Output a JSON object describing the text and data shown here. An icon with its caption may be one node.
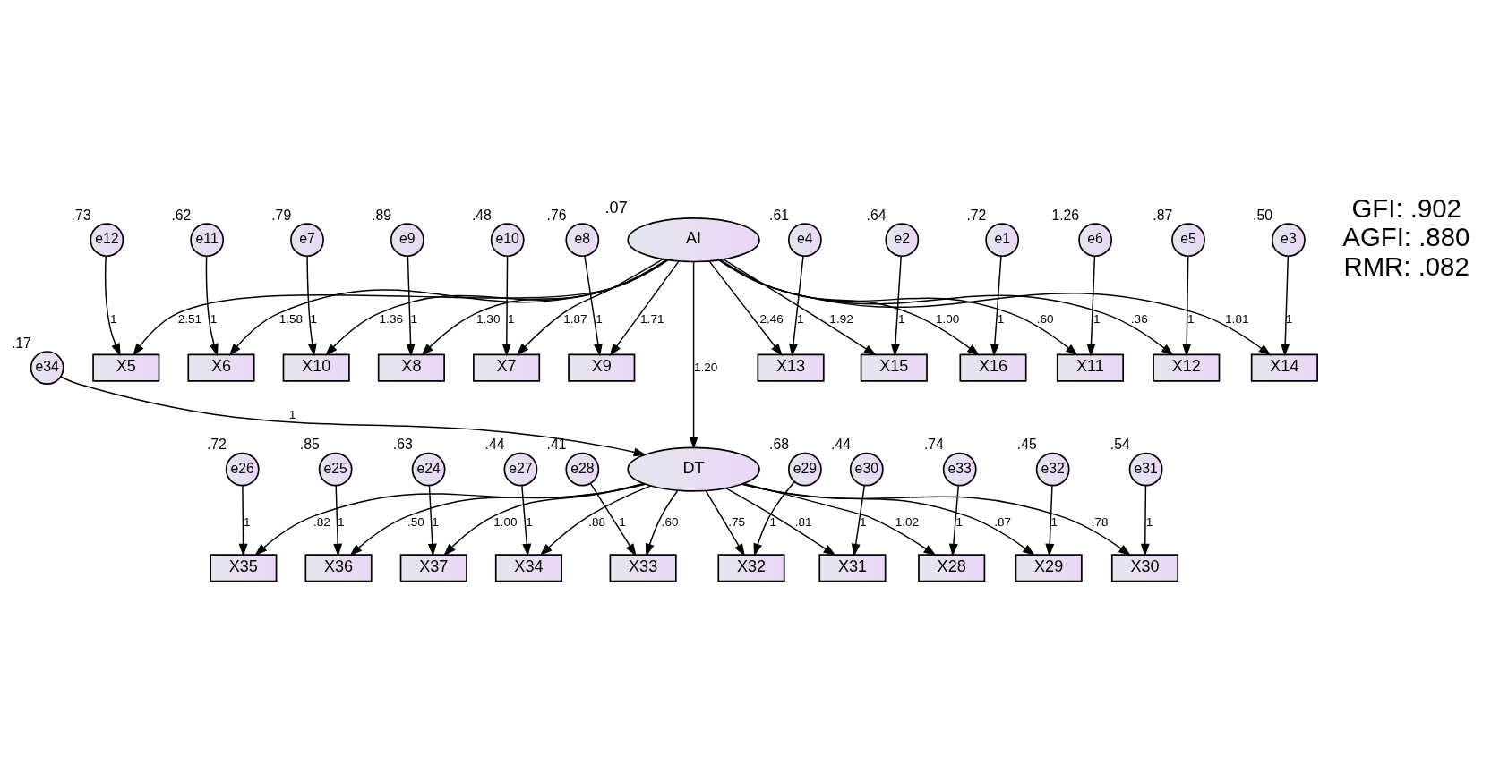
{
  "diagram": {
    "nodes": [
      {
        "text": [
          "e24"
        ],
        "beside": [
          ".63"
        ]
      },
      {
        "text": [
          "e25"
        ],
        "beside": [
          ".85"
        ]
      },
      {
        "text": [
          "e26"
        ],
        "beside": [
          ".72"
        ]
      },
      {
        "text": [
          "e27"
        ],
        "beside": [
          ".44"
        ]
      },
      {
        "text": [
          "e28"
        ],
        "beside": [
          ".41"
        ]
      },
      {
        "text": [
          "e29"
        ],
        "beside": [
          ".68"
        ]
      },
      {
        "text": [
          "e30"
        ],
        "beside": [
          ".44"
        ]
      },
      {
        "text": [
          "e31"
        ],
        "beside": [
          ".54"
        ]
      },
      {
        "text": [
          "e32"
        ],
        "beside": [
          ".45"
        ]
      },
      {
        "text": [
          "e33"
        ],
        "beside": [
          ".74"
        ]
      },
      {
        "text": [
          "X37"
        ]
      },
      {
        "text": [
          "X36"
        ]
      },
      {
        "text": [
          "X35"
        ]
      },
      {
        "text": [
          "X34"
        ]
      },
      {
        "text": [
          "X33"
        ]
      },
      {
        "text": [
          "X32"
        ]
      },
      {
        "text": [
          "X31"
        ]
      },
      {
        "text": [
          "X30"
        ]
      },
      {
        "text": [
          "X29"
        ]
      },
      {
        "text": [
          "X28"
        ]
      },
      {
        "text": [
          "DT"
        ]
      },
      {
        "text": [
          "e34"
        ],
        "beside": [
          ".17"
        ]
      },
      {
        "text": [
          "e12"
        ],
        "beside": [
          ".73"
        ]
      },
      {
        "text": [
          "e11"
        ],
        "beside": [
          ".62"
        ]
      },
      {
        "text": [
          "e10"
        ],
        "beside": [
          ".48"
        ]
      },
      {
        "text": [
          "e9"
        ],
        "beside": [
          ".89"
        ]
      },
      {
        "text": [
          "e8"
        ],
        "beside": [
          ".76"
        ]
      },
      {
        "text": [
          "e7"
        ],
        "beside": [
          ".79"
        ]
      },
      {
        "text": [
          "e6"
        ],
        "beside": [
          "1.26"
        ]
      },
      {
        "text": [
          "e5"
        ],
        "beside": [
          ".87"
        ]
      },
      {
        "text": [
          "e4"
        ],
        "beside": [
          ".61"
        ]
      },
      {
        "text": [
          "e3"
        ],
        "beside": [
          ".50"
        ]
      },
      {
        "text": [
          "e2"
        ],
        "beside": [
          ".64"
        ]
      },
      {
        "text": [
          "e1"
        ],
        "beside": [
          ".72"
        ]
      },
      {
        "text": [
          "X5"
        ]
      },
      {
        "text": [
          "X6"
        ]
      },
      {
        "text": [
          "X7"
        ]
      },
      {
        "text": [
          "X8"
        ]
      },
      {
        "text": [
          "X9"
        ]
      },
      {
        "text": [
          "X10"
        ]
      },
      {
        "text": [
          "X11"
        ]
      },
      {
        "text": [
          "X12"
        ]
      },
      {
        "text": [
          "X13"
        ]
      },
      {
        "text": [
          "X14"
        ]
      },
      {
        "text": [
          "X15"
        ]
      },
      {
        "text": [
          "X16"
        ]
      },
      {
        "text": [
          "AI"
        ],
        "beside": [
          ".07"
        ]
      }
    ],
    "edges": [
      {
        "from": 0,
        "to": 10,
        "arrow": "to",
        "label": "1"
      },
      {
        "from": 1,
        "to": 11,
        "arrow": "to",
        "label": "1"
      },
      {
        "from": 2,
        "to": 12,
        "arrow": "to",
        "label": "1"
      },
      {
        "from": 3,
        "to": 13,
        "arrow": "to",
        "label": "1"
      },
      {
        "from": 4,
        "to": 14,
        "arrow": "to",
        "label": "1"
      },
      {
        "from": 5,
        "to": 15,
        "arrow": "to",
        "label": "1"
      },
      {
        "from": 6,
        "to": 16,
        "arrow": "to",
        "label": "1"
      },
      {
        "from": 7,
        "to": 17,
        "arrow": "to",
        "label": "1"
      },
      {
        "from": 8,
        "to": 18,
        "arrow": "to",
        "label": "1"
      },
      {
        "from": 9,
        "to": 19,
        "arrow": "to",
        "label": "1"
      },
      {
        "from": 20,
        "to": 10,
        "arrow": "to",
        "label": "1.00"
      },
      {
        "from": 20,
        "to": 11,
        "arrow": "to",
        "label": ".50"
      },
      {
        "from": 20,
        "to": 12,
        "arrow": "to",
        "label": ".82"
      },
      {
        "from": 20,
        "to": 13,
        "arrow": "to",
        "label": ".88"
      },
      {
        "from": 20,
        "to": 14,
        "arrow": "to",
        "label": ".60"
      },
      {
        "from": 20,
        "to": 15,
        "arrow": "to",
        "label": ".75"
      },
      {
        "from": 20,
        "to": 16,
        "arrow": "to",
        "label": ".81"
      },
      {
        "from": 20,
        "to": 17,
        "arrow": "to",
        "label": ".78"
      },
      {
        "from": 20,
        "to": 18,
        "arrow": "to",
        "label": ".87"
      },
      {
        "from": 20,
        "to": 19,
        "arrow": "to",
        "label": "1.02"
      },
      {
        "from": 21,
        "to": 20,
        "arrow": "to",
        "label": "1"
      },
      {
        "from": 22,
        "to": 34,
        "arrow": "to",
        "label": "1"
      },
      {
        "from": 23,
        "to": 35,
        "arrow": "to",
        "label": "1"
      },
      {
        "from": 24,
        "to": 36,
        "arrow": "to",
        "label": "1"
      },
      {
        "from": 25,
        "to": 37,
        "arrow": "to",
        "label": "1"
      },
      {
        "from": 26,
        "to": 38,
        "arrow": "to",
        "label": "1"
      },
      {
        "from": 27,
        "to": 39,
        "arrow": "to",
        "label": "1"
      },
      {
        "from": 28,
        "to": 40,
        "arrow": "to",
        "label": "1"
      },
      {
        "from": 29,
        "to": 41,
        "arrow": "to",
        "label": "1"
      },
      {
        "from": 30,
        "to": 42,
        "arrow": "to",
        "label": "1"
      },
      {
        "from": 31,
        "to": 43,
        "arrow": "to",
        "label": "1"
      },
      {
        "from": 32,
        "to": 44,
        "arrow": "to",
        "label": "1"
      },
      {
        "from": 33,
        "to": 45,
        "arrow": "to",
        "label": "1"
      },
      {
        "from": 46,
        "to": 34,
        "arrow": "to",
        "label": "2.51"
      },
      {
        "from": 46,
        "to": 35,
        "arrow": "to",
        "label": "1.58"
      },
      {
        "from": 46,
        "to": 36,
        "arrow": "to",
        "label": "1.87"
      },
      {
        "from": 46,
        "to": 37,
        "arrow": "to",
        "label": "1.30"
      },
      {
        "from": 46,
        "to": 38,
        "arrow": "to",
        "label": "1.71"
      },
      {
        "from": 46,
        "to": 39,
        "arrow": "to",
        "label": "1.36"
      },
      {
        "from": 46,
        "to": 40,
        "arrow": "to",
        "label": ".60"
      },
      {
        "from": 46,
        "to": 41,
        "arrow": "to",
        "label": ".36"
      },
      {
        "from": 46,
        "to": 42,
        "arrow": "to",
        "label": "2.46"
      },
      {
        "from": 46,
        "to": 43,
        "arrow": "to",
        "label": "1.81"
      },
      {
        "from": 46,
        "to": 44,
        "arrow": "to",
        "label": "1.92"
      },
      {
        "from": 46,
        "to": 45,
        "arrow": "to",
        "label": "1.00"
      },
      {
        "from": 46,
        "to": 20,
        "arrow": "to",
        "label": "1.20"
      }
    ],
    "labels": [
      "GFI: .902",
      "AGFI: .880",
      "RMR: .082"
    ]
  }
}
